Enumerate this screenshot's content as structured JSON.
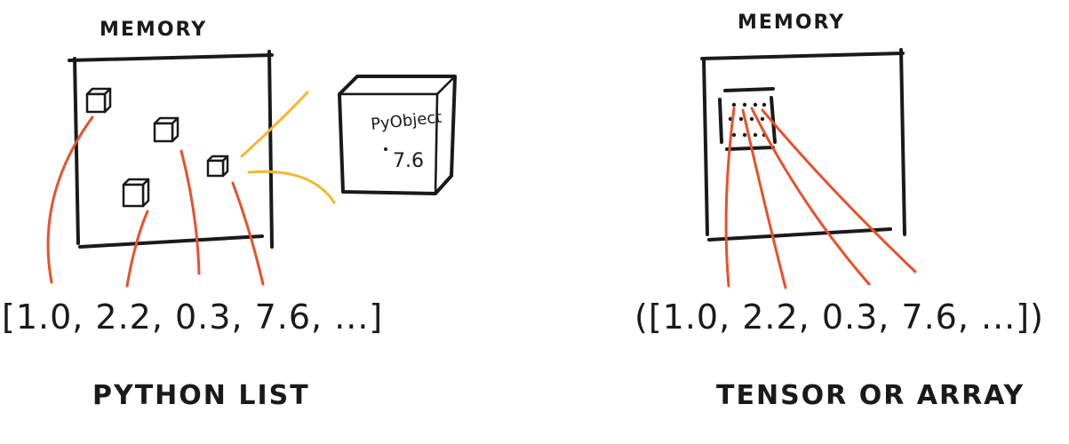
{
  "left": {
    "memory_label": "MEMORY",
    "list_text": "[1.0, 2.2, 0.3, 7.6, ...]",
    "caption": "PYTHON LIST",
    "pyobject_label": "PyObject",
    "pyobject_value": "7.6"
  },
  "right": {
    "memory_label": "MEMORY",
    "list_text": "([1.0, 2.2, 0.3, 7.6, ...])",
    "caption": "TENSOR OR ARRAY"
  },
  "colors": {
    "pointer_arrow": "#e8512a",
    "zoom_line": "#f4b731",
    "ink": "#1a1a1a"
  }
}
